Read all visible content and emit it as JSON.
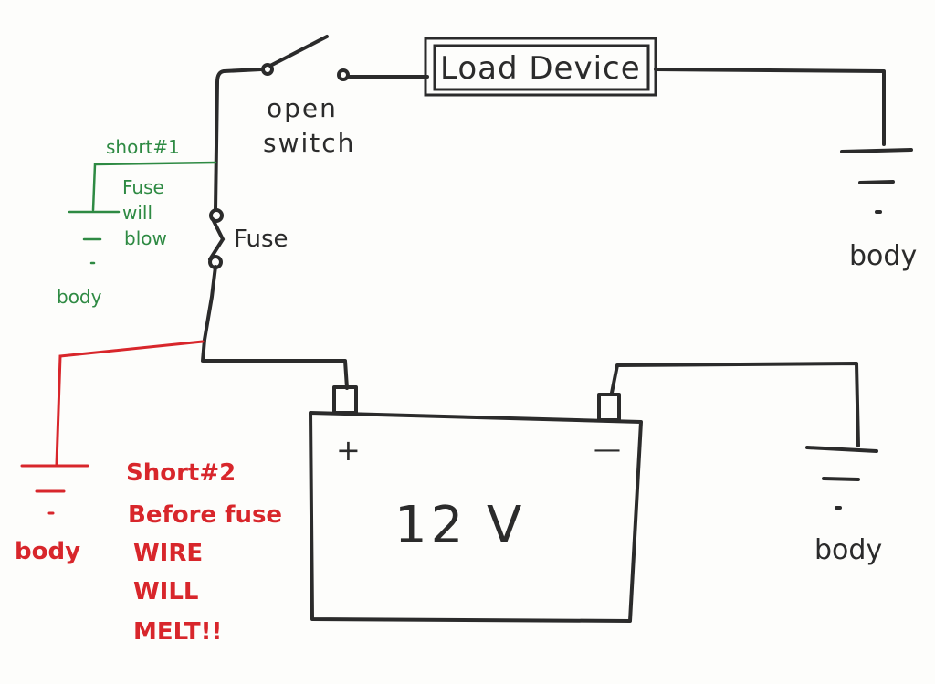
{
  "components": {
    "switch_label_line1": "open",
    "switch_label_line2": "switch",
    "load_label": "Load Device",
    "fuse_label": "Fuse",
    "battery_label": "12 V",
    "battery_plus": "+",
    "battery_minus": "—"
  },
  "grounds": {
    "load_ground_label": "body",
    "battery_ground_label": "body",
    "short1_ground_label": "body",
    "short2_ground_label": "body"
  },
  "short1": {
    "title": "short#1",
    "note_line1": "Fuse",
    "note_line2": "will",
    "note_line3": "blow"
  },
  "short2": {
    "title": "Short#2",
    "note_line1": "Before fuse",
    "note_line2": "WIRE",
    "note_line3": "WILL",
    "note_line4": "MELT!!"
  },
  "colors": {
    "ink": "#2b2b2b",
    "short1": "#2e8a43",
    "short2": "#d8262b"
  }
}
